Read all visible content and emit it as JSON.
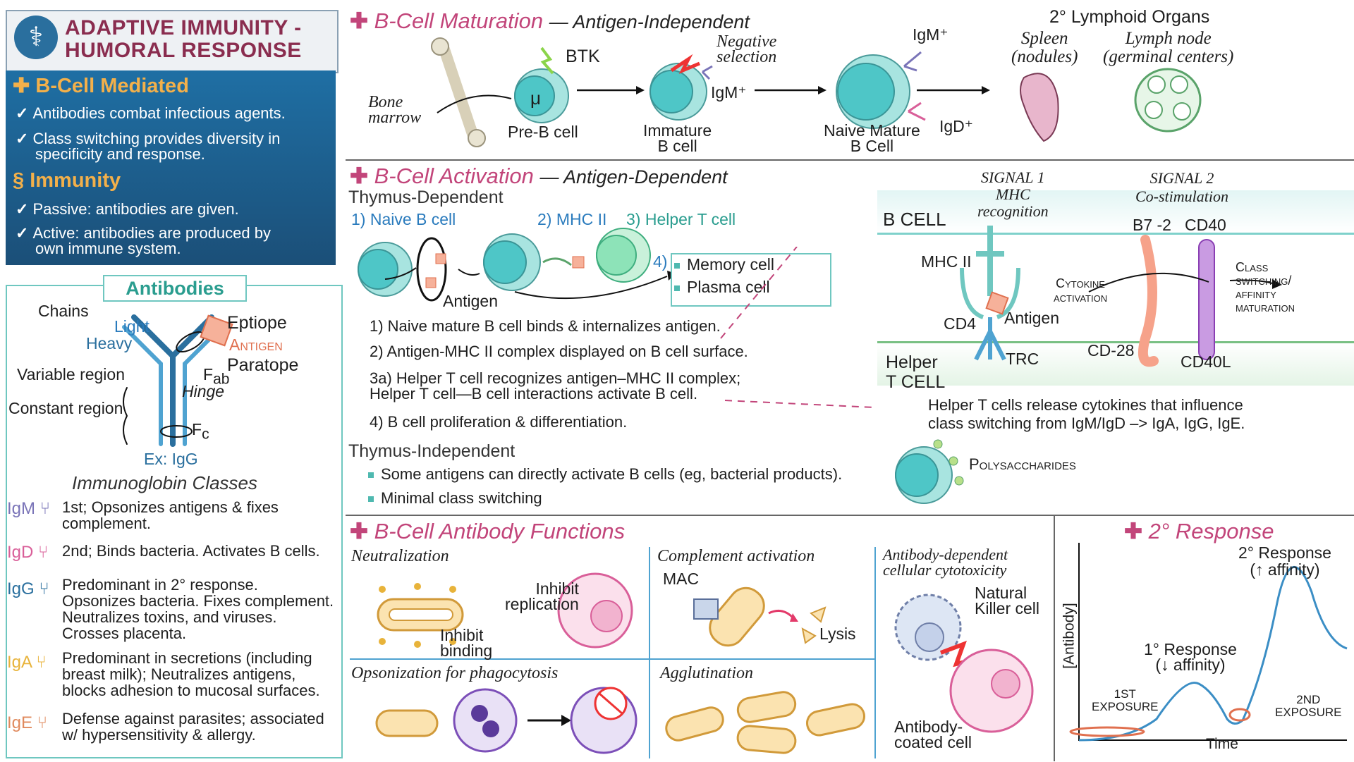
{
  "title": {
    "line1": "ADAPTIVE IMMUNITY -",
    "line2": "HUMORAL RESPONSE",
    "logo_icon": "caduceus-icon"
  },
  "bcell_mediated": {
    "heading": "B-Cell Mediated",
    "items": [
      "Antibodies combat infectious agents.",
      "Class switching provides diversity in",
      "specificity and response."
    ]
  },
  "immunity": {
    "heading": "Immunity",
    "items": [
      "Passive: antibodies are given.",
      "Active: antibodies are produced by",
      "own immune system."
    ]
  },
  "antibodies": {
    "tab": "Antibodies",
    "chains": "Chains",
    "light": "Light",
    "heavy": "Heavy",
    "variable": "Variable region",
    "constant": "Constant region",
    "epitope": "Eptiope",
    "antigen": "Antigen",
    "paratope": "Paratope",
    "fab": "F",
    "fab_sub": "ab",
    "hinge": "Hinge",
    "fc": "F",
    "fc_sub": "c",
    "example": "Ex: IgG",
    "classes_title": "Immunoglobin Classes",
    "classes": [
      {
        "name": "IgM",
        "color": "#7a74b8",
        "lines": [
          "1st; Opsonizes antigens & fixes",
          "complement."
        ]
      },
      {
        "name": "IgD",
        "color": "#d95f99",
        "lines": [
          "2nd; Binds bacteria.  Activates B cells."
        ]
      },
      {
        "name": "IgG",
        "color": "#2a6f9e",
        "lines": [
          "Predominant in 2° response.",
          "Opsonizes bacteria. Fixes complement.",
          "Neutralizes toxins,  and viruses.",
          "Crosses placenta."
        ]
      },
      {
        "name": "IgA",
        "color": "#e8b33a",
        "lines": [
          "Predominant in secretions (including",
          "breast milk); Neutralizes antigens,",
          "blocks adhesion to mucosal surfaces."
        ]
      },
      {
        "name": "IgE",
        "color": "#e08a5e",
        "lines": [
          "Defense against parasites; associated",
          "w/ hypersensitivity & allergy."
        ]
      }
    ]
  },
  "maturation": {
    "heading": "B-Cell Maturation",
    "subheading": "— Antigen-Independent",
    "bone_marrow": [
      "Bone",
      "marrow"
    ],
    "btk": "BTK",
    "mu": "μ",
    "pre_b": "Pre-B cell",
    "negative": [
      "Negative",
      "selection"
    ],
    "igm_plus": "IgM⁺",
    "immature": [
      "Immature",
      "B cell"
    ],
    "naive_mature": [
      "Naive Mature",
      "B Cell"
    ],
    "igm_plus2": "IgM⁺",
    "igd_plus": "IgD⁺",
    "lymphoid_title": "2° Lymphoid Organs",
    "spleen": [
      "Spleen",
      "(nodules)"
    ],
    "lymph": [
      "Lymph node",
      "(germinal centers)"
    ]
  },
  "activation": {
    "heading": "B-Cell Activation",
    "subheading": "— Antigen-Dependent",
    "thymus_dep": "Thymus-Dependent",
    "step1": "1) Naive B cell",
    "step2": "2) MHC II",
    "step3": "3) Helper T cell",
    "step4": "4)",
    "memory": "Memory cell",
    "plasma": "Plasma cell",
    "antigen": "Antigen",
    "list": [
      "1) Naive mature B cell binds & internalizes antigen.",
      "2) Antigen-MHC II complex displayed on B cell surface.",
      "3a) Helper T cell recognizes antigen–MHC II complex;",
      "Helper T cell—B cell interactions activate B cell.",
      "4) B cell proliferation & differentiation."
    ],
    "thymus_indep": "Thymus-Independent",
    "indep_list": [
      "Some antigens can directly activate B cells (eg, bacterial products).",
      "Minimal class switching"
    ],
    "polysaccharides": "Polysaccharides"
  },
  "signals": {
    "signal1": [
      "SIGNAL 1",
      "MHC",
      "recognition"
    ],
    "signal2": [
      "SIGNAL 2",
      "Co-stimulation"
    ],
    "bcell": "B CELL",
    "b72": "B7 -2",
    "cd40": "CD40",
    "mhc2": "MHC II",
    "cytokine": [
      "Cytokine",
      "activation"
    ],
    "class_sw": [
      "Class",
      "switching/",
      "affinity",
      "maturation"
    ],
    "cd4": "CD4",
    "antigen": "Antigen",
    "helper": [
      "Helper",
      "T CELL"
    ],
    "trc": "TRC",
    "cd28": "CD-28",
    "cd40l": "CD40L",
    "note": [
      "Helper T cells release cytokines that influence",
      "class switching from IgM/IgD –> IgA, IgG, IgE."
    ]
  },
  "functions": {
    "heading": "B-Cell Antibody Functions",
    "neutralization": "Neutralization",
    "inhibit_rep": [
      "Inhibit",
      "replication"
    ],
    "inhibit_bind": [
      "Inhibit",
      "binding"
    ],
    "complement": "Complement activation",
    "mac": "MAC",
    "lysis": "Lysis",
    "adcc": [
      "Antibody-dependent",
      "cellular cytotoxicity"
    ],
    "nk": [
      "Natural",
      "Killer cell"
    ],
    "coated": [
      "Antibody-",
      "coated cell"
    ],
    "opsonization": "Opsonization for phagocytosis",
    "agglutination": "Agglutination"
  },
  "response": {
    "heading": "2° Response",
    "secondary": [
      "2° Response",
      "(↑ affinity)"
    ],
    "primary": [
      "1° Response",
      "(↓ affinity)"
    ],
    "first": [
      "1ST",
      "EXPOSURE"
    ],
    "second": [
      "2ND",
      "EXPOSURE"
    ],
    "ylabel": "[Antibody]",
    "xlabel": "Time"
  }
}
